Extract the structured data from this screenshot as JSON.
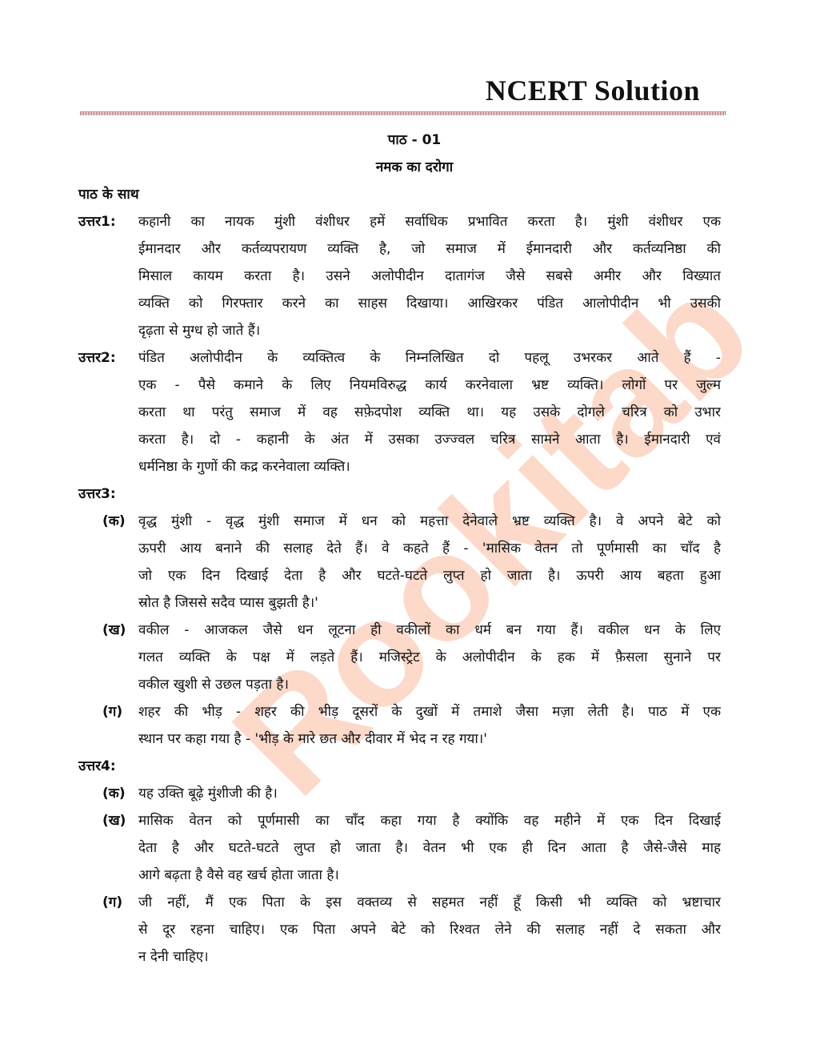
{
  "header": {
    "brand": "NCERT Solution"
  },
  "lesson": {
    "number": "पाठ - 01",
    "title": "नमक का दरोगा"
  },
  "section_heading": "पाठ के साथ",
  "watermark": "Rookitab",
  "answers": [
    {
      "label": "उत्तर1:",
      "lines": [
        "कहानी का नायक मुंशी वंशीधर हमें सर्वाधिक प्रभावित करता है। मुंशी वंशीधर एक",
        "ईमानदार और कर्तव्यपरायण व्यक्ति है, जो समाज में ईमानदारी और कर्तव्यनिष्ठा की",
        "मिसाल कायम करता है। उसने अलोपीदीन दातागंज जैसे सबसे अमीर और विख्यात",
        "व्यक्ति को गिरफ्तार करने का साहस दिखाया। आखिरकर पंडित आलोपीदीन भी उसकी",
        "दृढ़ता से मुग्ध हो जाते हैं।"
      ]
    },
    {
      "label": "उत्तर2:",
      "lines": [
        "पंडित अलोपीदीन के व्यक्तित्व के निम्नलिखित दो पहलू उभरकर आते हैं -",
        "एक - पैसे कमाने के लिए नियमविरुद्ध कार्य करनेवाला भ्रष्ट व्यक्ति। लोगों पर जुल्म",
        "करता था परंतु समाज में वह सफ़ेदपोश व्यक्ति था। यह उसके दोगले चरित्र को उभार",
        "करता है। दो - कहानी के अंत में उसका उज्ज्वल चरित्र सामने आता है। ईमानदारी एवं",
        "धर्मनिष्ठा के गुणों की कद्र करनेवाला व्यक्ति।"
      ]
    },
    {
      "label": "उत्तर3:",
      "items": [
        {
          "label": "(क)",
          "lines": [
            "वृद्ध मुंशी - वृद्ध मुंशी समाज में धन को महत्ता देनेवाले भ्रष्ट व्यक्ति है। वे अपने बेटे को",
            "ऊपरी आय बनाने की सलाह देते हैं। वे कहते हैं - 'मासिक वेतन तो पूर्णमासी का चाँद है",
            "जो एक दिन दिखाई देता है और घटते-घटते लुप्त हो जाता है। ऊपरी आय बहता हुआ",
            "स्रोत है जिससे सदैव प्यास बुझती है।'"
          ]
        },
        {
          "label": "(ख)",
          "lines": [
            "वकील - आजकल जैसे धन लूटना ही वकीलों का धर्म बन गया हैं। वकील धन के लिए",
            "गलत व्यक्ति के पक्ष में लड़ते हैं। मजिस्ट्रेट के अलोपीदीन के हक में फ़ैसला सुनाने पर",
            "वकील खुशी से उछल पड़ता है।"
          ]
        },
        {
          "label": "(ग)",
          "lines": [
            "शहर की भीड़ - शहर की भीड़ दूसरों के दुखों में तमाशे जैसा मज़ा लेती है। पाठ में एक",
            "स्थान पर कहा गया है - 'भीड़ के मारे छत और दीवार में भेद न रह गया।'"
          ]
        }
      ]
    },
    {
      "label": "उत्तर4:",
      "items": [
        {
          "label": "(क)",
          "lines": [
            "यह उक्ति बूढ़े मुंशीजी की है।"
          ]
        },
        {
          "label": "(ख)",
          "lines": [
            "मासिक वेतन को पूर्णमासी का चाँद कहा गया है क्योंकि वह महीने में एक दिन दिखाई",
            "देता है और घटते-घटते लुप्त हो जाता है। वेतन भी एक ही दिन आता है जैसे-जैसे माह",
            "आगे बढ़ता है वैसे वह खर्च होता जाता है।"
          ]
        },
        {
          "label": "(ग)",
          "lines": [
            "जी नहीं, मैं एक पिता के इस वक्तव्य से सहमत नहीं हूँ किसी भी व्यक्ति को भ्रष्टाचार",
            "से दूर रहना चाहिए। एक पिता अपने बेटे को रिश्वत लेने की सलाह नहीं दे सकता और",
            "न देनी चाहिए।"
          ]
        }
      ]
    }
  ]
}
